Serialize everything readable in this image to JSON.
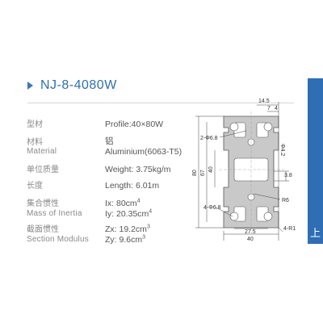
{
  "title": "NJ-8-4080W",
  "specs": {
    "model_label_zh": "型材",
    "model_value": "Profile:40×80W",
    "material_label_zh": "材料",
    "material_label_en": "Material",
    "material_value_zh": "铝",
    "material_value": "Aluminium(6063-T5)",
    "weight_label_zh": "单位质量",
    "weight_value": "Weight: 3.75kg/m",
    "length_label_zh": "长度",
    "length_value": "Length: 6.01m",
    "inertia_label_zh": "集合惯性",
    "inertia_label_en": "Mass of Inertia",
    "ix_value": "Ix: 80cm",
    "ix_exp": "4",
    "iy_value": "Iy: 20.35cm",
    "iy_exp": "4",
    "modulus_label_zh": "截面惯性",
    "modulus_label_en": "Section Modulus",
    "zx_value": "Zx: 19.2cm",
    "zx_exp": "3",
    "zy_value": "Zy: 9.6cm",
    "zy_exp": "3"
  },
  "drawing": {
    "dim_14_5": "14.5",
    "dim_7": "7",
    "dim_4_top": "4",
    "dim_hole": "2-Φ6.8",
    "dim_small": "Φ4.2",
    "dim_80": "80",
    "dim_67": "67",
    "dim_40_v": "40",
    "dim_3_8": "3.8",
    "dim_r6": "R6",
    "dim_holes_bottom": "4-Φ6.8",
    "dim_27_5": "27.5",
    "dim_40_h": "40",
    "dim_r1": "4-R1"
  },
  "right_tab": {
    "label": "上"
  },
  "colors": {
    "title": "#2e6fb3",
    "tab": "#2f6db4",
    "profile_fill": "#c9c9c9"
  }
}
